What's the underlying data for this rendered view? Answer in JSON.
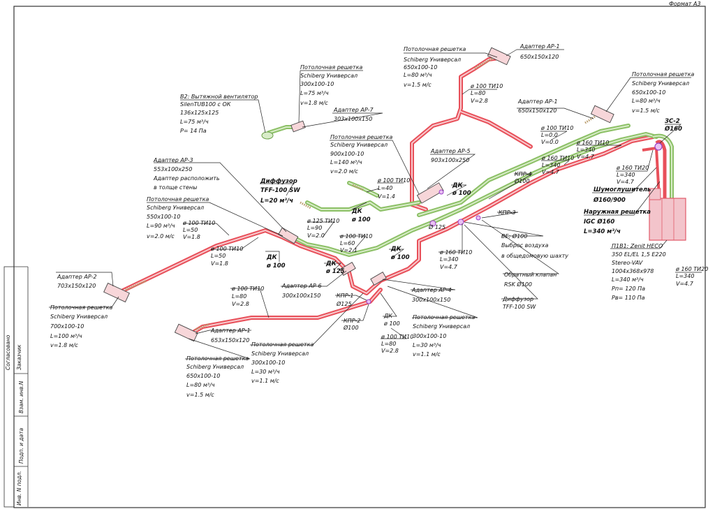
{
  "sheet": {
    "format": "Формат А3",
    "stamp_rows": [
      "Согласовано",
      "Заказчик",
      "Взам. инв.N",
      "Подп. и дата",
      "Инв. N подл."
    ]
  },
  "colors": {
    "supply_duct": "#e8505a",
    "supply_duct_fill": "#f6b3b8",
    "exhaust_duct": "#7fb85a",
    "exhaust_duct_fill": "#cde6b8",
    "leader": "#222222",
    "equipment": "#e05a6a",
    "equipment_fill": "#f3c4cb",
    "accent": "#9a3cc8"
  },
  "labels": {
    "grille_top": {
      "lines": [
        "Потолочная решетка",
        "Schiberg Универсал",
        "650x100-10",
        "L=80 м³/ч",
        "v=1.5 м/с"
      ]
    },
    "adapter_top": {
      "lines": [
        "Адаптер АР-1",
        "650x150x120"
      ]
    },
    "grille_tr": {
      "lines": [
        "Потолочная решетка",
        "Schiberg Универсал",
        "650x100-10",
        "L=80 м³/ч",
        "v=1.5 м/с"
      ]
    },
    "adapter_tr": {
      "lines": [
        "Адаптер АР-1",
        "650x150x120"
      ]
    },
    "grille_mid_top": {
      "lines": [
        "Потолочная решетка",
        "Schiberg Универсал",
        "300x100-10",
        "L=75 м³/ч",
        "v=1.8 м/с"
      ]
    },
    "fan_b2": {
      "lines": [
        "В2: Вытяжной вентилятор",
        "SilenTUB100 с ОК",
        "136x125x125",
        "L=75 м³/ч",
        "P= 14 Па"
      ]
    },
    "adapter_ar7": {
      "lines": [
        "Адаптер АР-7",
        "303x100x150"
      ]
    },
    "pipe_100_top": {
      "lines": [
        "ø 100  ТИ10",
        "L=80",
        "V=2.8"
      ]
    },
    "grille_900": {
      "lines": [
        "Потолочная решетка",
        "Schiberg Универсал",
        "900x100-10",
        "L=140 м³/ч",
        "v=2.0 м/с"
      ]
    },
    "adapter_ar5": {
      "lines": [
        "Адаптер АР-5",
        "903x100x250"
      ]
    },
    "pipe_100_ti10_a": {
      "lines": [
        "ø 100  ТИ10",
        "L=0.0",
        "V=0.0"
      ]
    },
    "pipe_160_a": {
      "lines": [
        "ø 160  ТИ10",
        "L=340",
        "V=4.7"
      ]
    },
    "pipe_160_b": {
      "lines": [
        "ø 160  ТИ10",
        "L=340",
        "V=4.7"
      ]
    },
    "pipe_160_c": {
      "lines": [
        "ø 160  ТИ20",
        "L=340",
        "V=4.7"
      ]
    },
    "zc2": {
      "lines": [
        "ЗС-2",
        "Ø160"
      ]
    },
    "silencer": {
      "lines": [
        "Шумоглушитель",
        "Ø160/900"
      ]
    },
    "outdoor_grille": {
      "lines": [
        "Наружная решетка",
        "IGC Ø160",
        "L=340 м³/ч"
      ]
    },
    "unit_p1v1": {
      "lines": [
        "П1В1: Zenit HECO",
        "350 EL/EL 1,5 E220",
        "Stereo-VAV",
        "1004x368x978",
        "L=340 м³/ч",
        "Pп= 120 Па",
        "Pв= 110 Па"
      ]
    },
    "pipe_160_ti20_r": {
      "lines": [
        "ø 160  ТИ20",
        "L=340",
        "V=4.7"
      ]
    },
    "adapter_ar3": {
      "lines": [
        "Адаптер АР-3",
        "553x100x250",
        "Адаптер расположить",
        "в толще стены"
      ]
    },
    "diffuser_top": {
      "lines": [
        "Диффузор",
        "TFF-100 SW",
        "L=20 м³/ч"
      ]
    },
    "pipe_100_ti10_b": {
      "lines": [
        "ø 100  ТИ10",
        "L=40",
        "V=1.4"
      ]
    },
    "dk_a": {
      "lines": [
        "ДК",
        "ø 100"
      ]
    },
    "dk_b": {
      "lines": [
        "ДК",
        "ø 100"
      ]
    },
    "kpr4": {
      "lines": [
        "КПР-4",
        "Ø100"
      ]
    },
    "grille_550": {
      "lines": [
        "Потолочная решетка",
        "Schiberg Универсал",
        "550x100-10",
        "L=90 м³/ч",
        "v=2.0 м/с"
      ]
    },
    "pipe_100_l50_a": {
      "lines": [
        "ø 100  ТИ10",
        "L=50",
        "V=1.8"
      ]
    },
    "pipe_100_l50_b": {
      "lines": [
        "ø 100  ТИ10",
        "L=50",
        "V=1.8"
      ]
    },
    "pipe_125_l90": {
      "lines": [
        "ø 125  ТИ10",
        "L=90",
        "V=2.0"
      ]
    },
    "pipe_100_l60": {
      "lines": [
        "ø 100  ТИ10",
        "L=60",
        "V=2.1"
      ]
    },
    "kpr3": {
      "lines": [
        "КПР-3",
        "Ø 125"
      ]
    },
    "ve": {
      "lines": [
        "ВЕ: Ø100",
        "Выброс воздуха",
        "в общедомовую шахту"
      ]
    },
    "pipe_160_l340_mid": {
      "lines": [
        "ø 160  ТИ10",
        "L=340",
        "V=4.7"
      ]
    },
    "check_valve": {
      "lines": [
        "Обратный клапан",
        "RSK Ø100"
      ]
    },
    "diffuser_mid": {
      "lines": [
        "Диффузор",
        "TFF-100 SW"
      ]
    },
    "dk_100_left": {
      "lines": [
        "ДК",
        "ø 100"
      ]
    },
    "dk_125": {
      "lines": [
        "ДК",
        "ø 125"
      ]
    },
    "dk_100_mid": {
      "lines": [
        "ДК",
        "ø 100"
      ]
    },
    "adapter_ar2": {
      "lines": [
        "Адаптер АР-2",
        "703x150x120"
      ]
    },
    "grille_700": {
      "lines": [
        "Потолочная решетка",
        "Schiberg Универсал",
        "700x100-10",
        "L=100 м³/ч",
        "v=1.8 м/с"
      ]
    },
    "adapter_ar6": {
      "lines": [
        "Адаптер АР-6",
        "300x100x150"
      ]
    },
    "adapter_ar4": {
      "lines": [
        "Адаптер АР-4",
        "300x100x150"
      ]
    },
    "pipe_100_l80_c": {
      "lines": [
        "ø 100  ТИ10",
        "L=80",
        "V=2.8"
      ]
    },
    "kpr1": {
      "lines": [
        "КПР-1",
        "Ø125"
      ]
    },
    "kpr2": {
      "lines": [
        "КПР-2",
        "Ø100"
      ]
    },
    "dk_100_low": {
      "lines": [
        "ДК",
        "ø 100"
      ]
    },
    "pipe_100_l80_d": {
      "lines": [
        "ø 100  ТИ10",
        "L=80",
        "V=2.8"
      ]
    },
    "grille_300_low": {
      "lines": [
        "Потолочная решетка",
        "Schiberg Универсал",
        "300x100-10",
        "L=30 м³/ч",
        "v=1.1 м/с"
      ]
    },
    "adapter_ar1_low": {
      "lines": [
        "Адаптер АР-1",
        "653x150x120"
      ]
    },
    "grille_300_mid": {
      "lines": [
        "Потолочная решетка",
        "Schiberg Универсал",
        "300x100-10",
        "L=30 м³/ч",
        "v=1.1 м/с"
      ]
    },
    "grille_650_low": {
      "lines": [
        "Потолочная решетка",
        "Schiberg Универсал",
        "650x100-10",
        "L=80 м³/ч",
        "v=1.5 м/с"
      ]
    }
  }
}
